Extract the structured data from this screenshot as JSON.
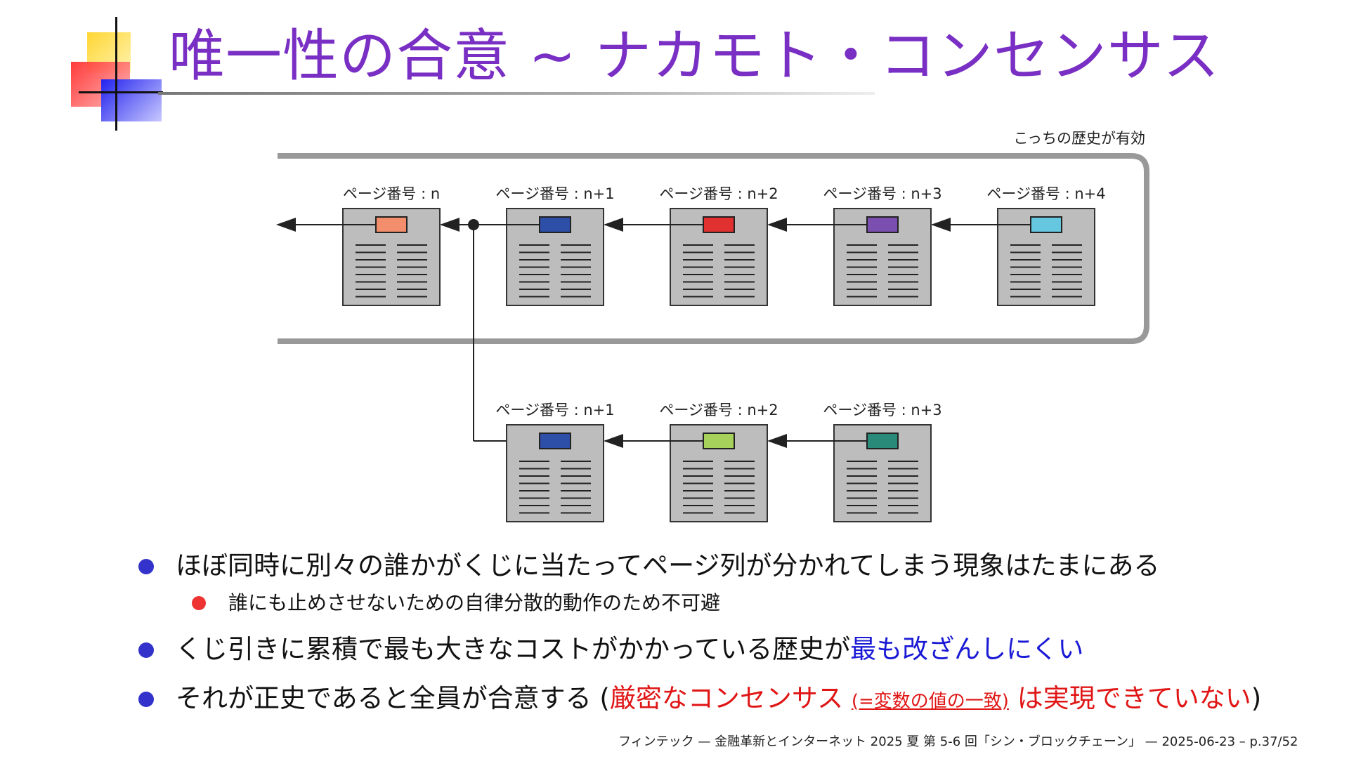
{
  "title": "唯一性の合意 ∼ ナカモト・コンセンサス",
  "diagram": {
    "valid_note": "こっちの歴史が有効",
    "main_chain": [
      {
        "label": "ページ番号 : n",
        "color": "#f28e6b"
      },
      {
        "label": "ページ番号 : n+1",
        "color": "#2d4fa8"
      },
      {
        "label": "ページ番号 : n+2",
        "color": "#e03030"
      },
      {
        "label": "ページ番号 : n+3",
        "color": "#7a4fb0"
      },
      {
        "label": "ページ番号 : n+4",
        "color": "#66c8e0"
      }
    ],
    "fork_chain": [
      {
        "label": "ページ番号 : n+1",
        "color": "#2d4fa8"
      },
      {
        "label": "ページ番号 : n+2",
        "color": "#a6d15a"
      },
      {
        "label": "ページ番号 : n+3",
        "color": "#2a8a7a"
      }
    ]
  },
  "bullets": {
    "b1": "ほぼ同時に別々の誰かがくじに当たってページ列が分かれてしまう現象はたまにある",
    "b1_sub": "誰にも止めさせないための自律分散的動作のため不可避",
    "b2_pre": "くじ引きに累積で最も大きなコストがかかっている歴史が",
    "b2_em": "最も改ざんしにくい",
    "b3_pre": "それが正史であると全員が合意する (",
    "b3_em": "厳密なコンセンサス",
    "b3_small": "(=変数の値の一致)",
    "b3_em2": "は実現できていない",
    "b3_post": ")"
  },
  "footer": "フィンテック — 金融革新とインターネット 2025 夏 第 5-6 回「シン・ブロックチェーン」 — 2025-06-23 – p.37/52"
}
